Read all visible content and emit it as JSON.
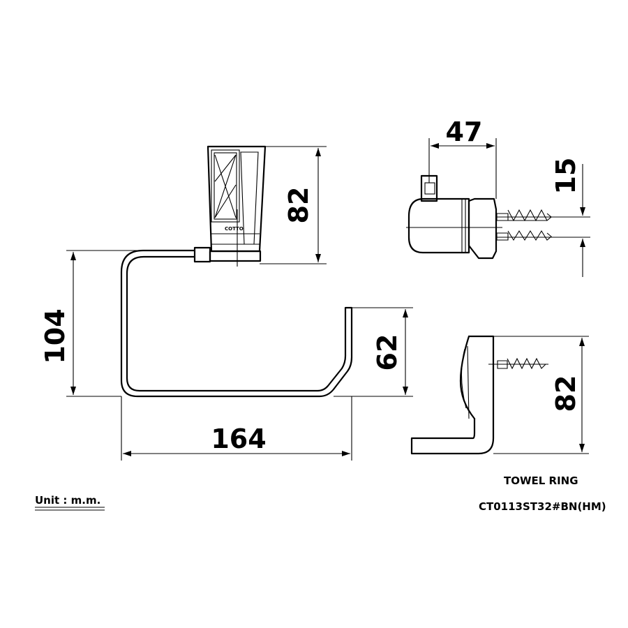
{
  "drawing": {
    "dimensions": {
      "front_bracket_height": "82",
      "overall_height": "104",
      "ring_right_height": "62",
      "overall_width": "164",
      "side_depth": "47",
      "screw_spacing": "15",
      "side_height": "82"
    },
    "logo_text": "COTTO",
    "unit_label": "Unit : m.m.",
    "product_name": "TOWEL RING",
    "product_code": "CT0113ST32#BN(HM)"
  }
}
